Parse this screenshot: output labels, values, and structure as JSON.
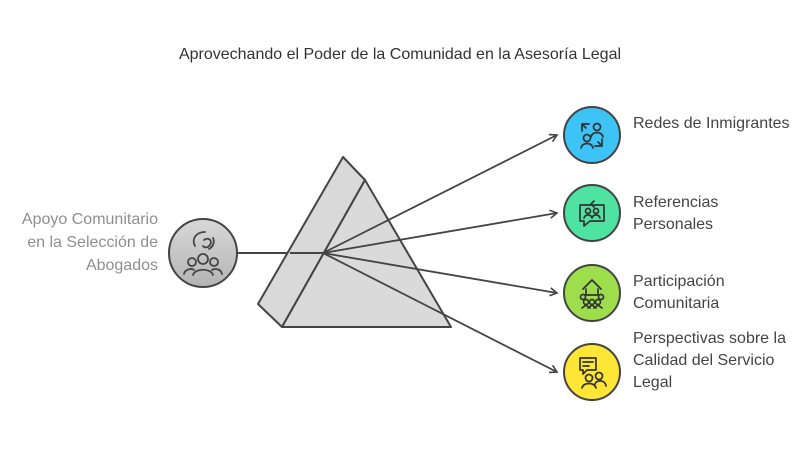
{
  "title": "Aprovechando el Poder de la Comunidad en la Asesoría Legal",
  "source": {
    "label": "Apoyo Comunitario en la Selección de Abogados",
    "icon": "community-support-icon"
  },
  "outputs": [
    {
      "label": "Redes de Inmigrantes",
      "icon": "exchange-people-icon",
      "color": "#3ec3f6"
    },
    {
      "label": "Referencias Personales",
      "icon": "chat-people-icon",
      "color": "#4fe3a2"
    },
    {
      "label": "Participación Comunitaria",
      "icon": "community-gathering-icon",
      "color": "#9ede4c"
    },
    {
      "label": "Perspectivas sobre la Calidad del Servicio Legal",
      "icon": "feedback-person-icon",
      "color": "#ffe535"
    }
  ]
}
